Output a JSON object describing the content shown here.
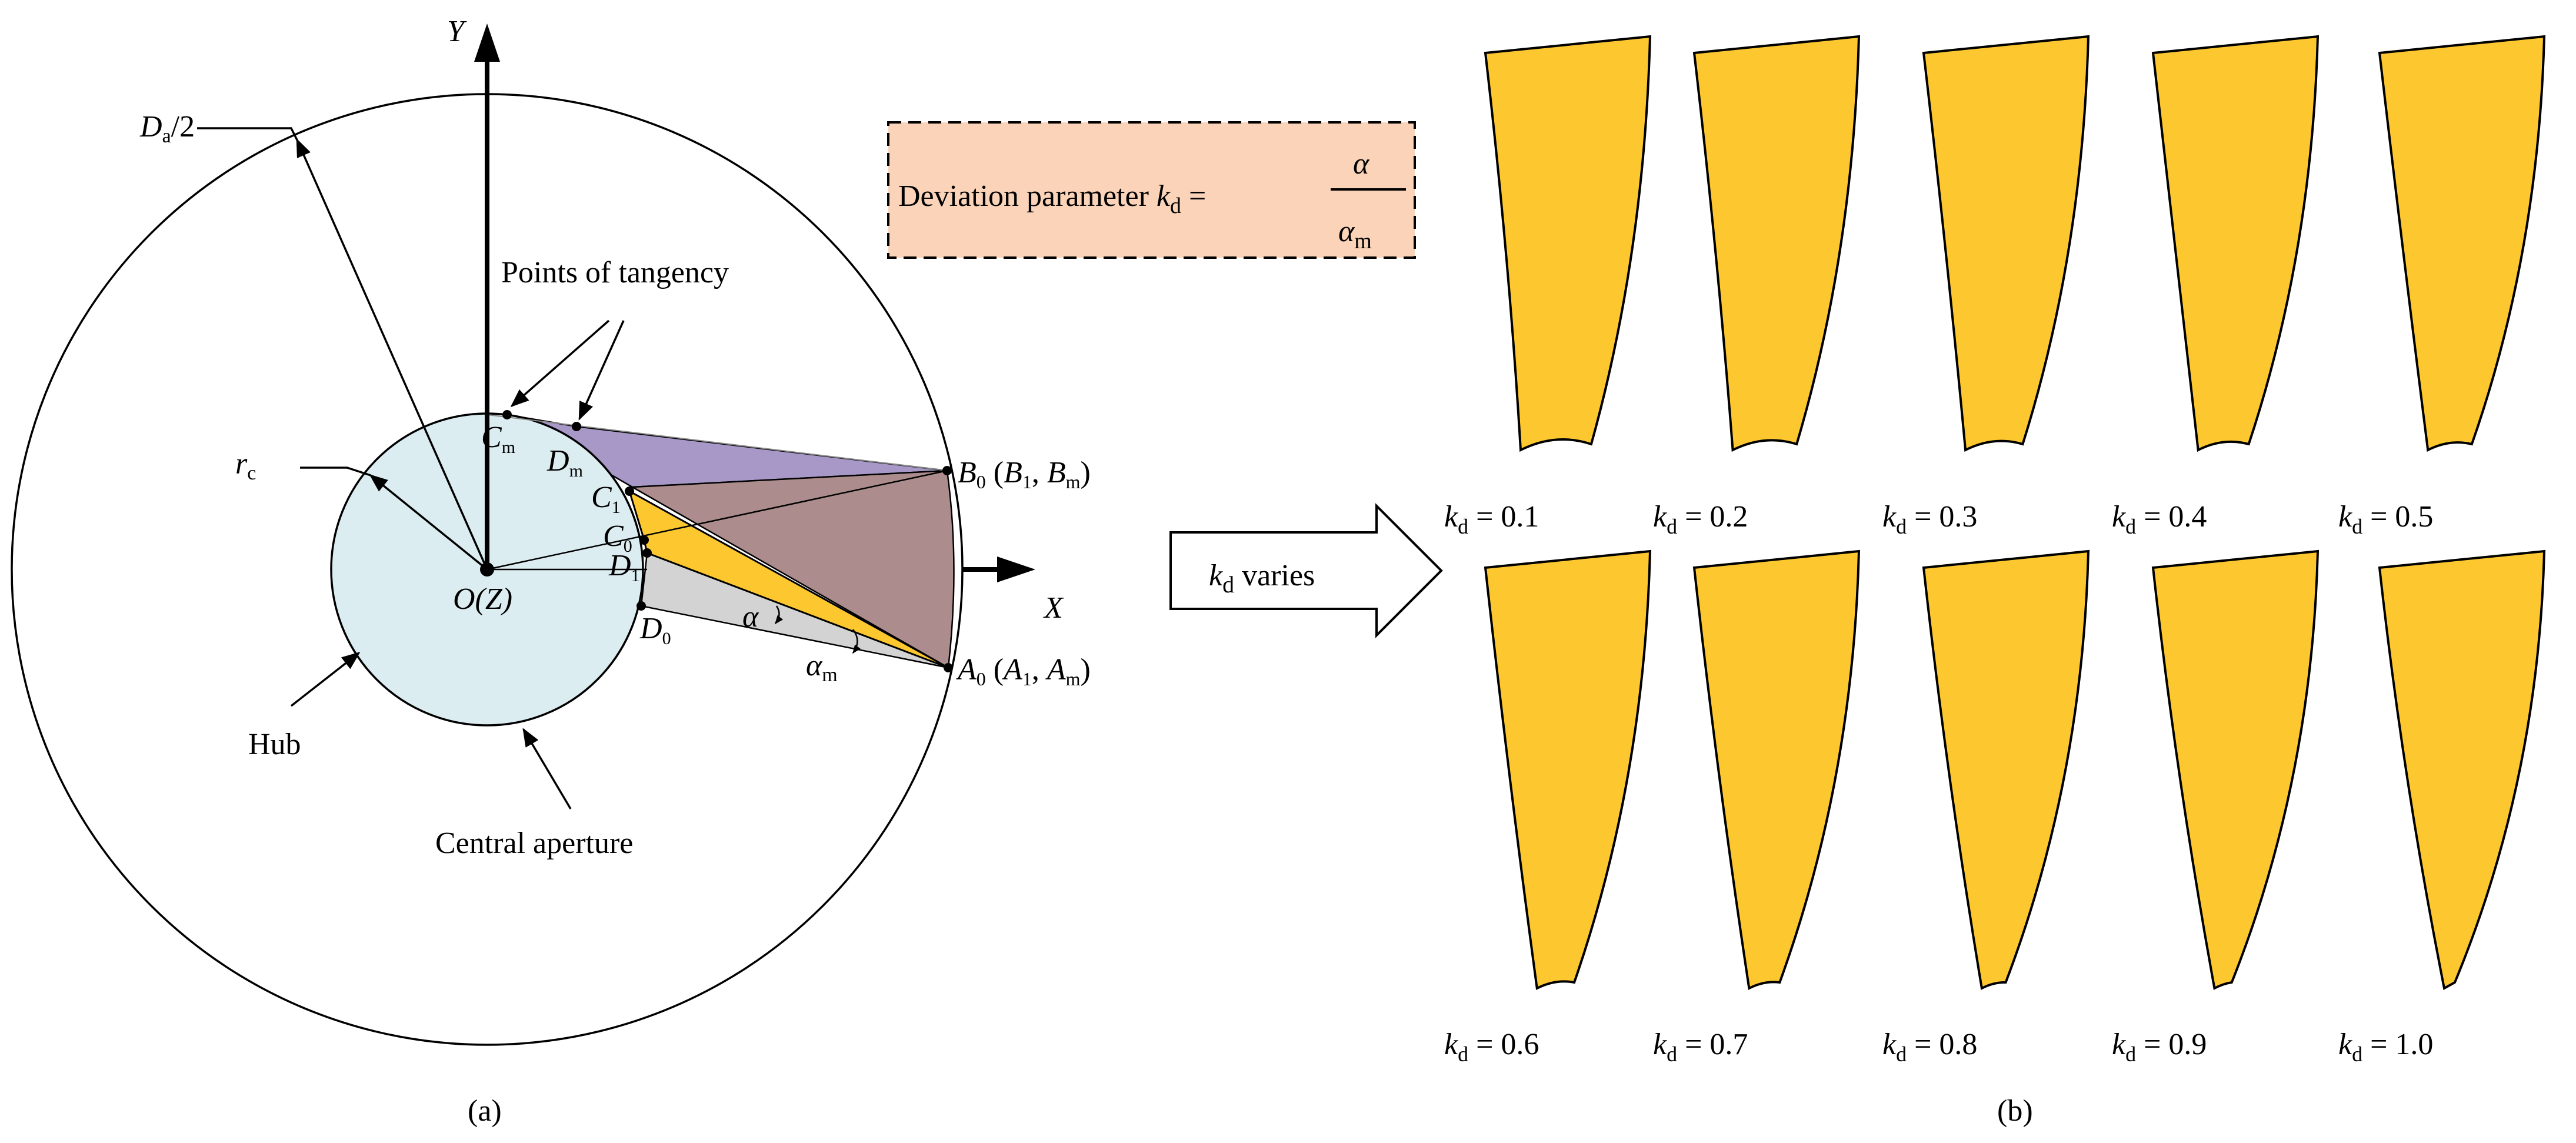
{
  "colors": {
    "hub_fill": "#dcedf2",
    "blade_fill": "#fdc82f",
    "purple_fill": "#a898c8",
    "mauve_fill": "#ac8c8c",
    "grey_fill": "#d3d3d3",
    "deviation_box_fill": "#fad3b8"
  },
  "panel_a": {
    "caption": "(a)",
    "axis_y": "Y",
    "axis_x": "X",
    "outer_label_D": "D",
    "outer_label_sub": "a",
    "outer_label_tail": "/2",
    "rc_main": "r",
    "rc_sub": "c",
    "origin_label": "O(Z)",
    "hub_label": "Hub",
    "central_aperture_label": "Central aperture",
    "tangency_label": "Points of tangency",
    "point_Cm": {
      "main": "C",
      "sub": "m"
    },
    "point_Dm": {
      "main": "D",
      "sub": "m"
    },
    "point_C1": {
      "main": "C",
      "sub": "1"
    },
    "point_C0": {
      "main": "C",
      "sub": "0"
    },
    "point_D1": {
      "main": "D",
      "sub": "1"
    },
    "point_D0": {
      "main": "D",
      "sub": "0"
    },
    "point_B": {
      "main": "B",
      "sub": "0",
      "paren_open": " (",
      "b1": "B",
      "b1_sub": "1",
      "comma": ", ",
      "bm": "B",
      "bm_sub": "m",
      "paren_close": ")"
    },
    "point_A": {
      "main": "A",
      "sub": "0",
      "paren_open": " (",
      "a1": "A",
      "a1_sub": "1",
      "comma": ", ",
      "am": "A",
      "am_sub": "m",
      "paren_close": ")"
    },
    "alpha": "α",
    "alpha_m": {
      "main": "α",
      "sub": "m"
    }
  },
  "deviation_box": {
    "text": "Deviation parameter ",
    "k": "k",
    "k_sub": "d",
    "equals": " =",
    "numerator": "α",
    "denominator": "α",
    "denominator_sub": "m"
  },
  "arrow_label": {
    "k": "k",
    "sub": "d",
    "text": " varies"
  },
  "panel_b": {
    "caption": "(b)",
    "blades": [
      {
        "k": "k",
        "sub": "d",
        "value": " = 0.1"
      },
      {
        "k": "k",
        "sub": "d",
        "value": " = 0.2"
      },
      {
        "k": "k",
        "sub": "d",
        "value": " = 0.3"
      },
      {
        "k": "k",
        "sub": "d",
        "value": " = 0.4"
      },
      {
        "k": "k",
        "sub": "d",
        "value": " = 0.5"
      },
      {
        "k": "k",
        "sub": "d",
        "value": " = 0.6"
      },
      {
        "k": "k",
        "sub": "d",
        "value": " = 0.7"
      },
      {
        "k": "k",
        "sub": "d",
        "value": " = 0.8"
      },
      {
        "k": "k",
        "sub": "d",
        "value": " = 0.9"
      },
      {
        "k": "k",
        "sub": "d",
        "value": " = 1.0"
      }
    ]
  }
}
